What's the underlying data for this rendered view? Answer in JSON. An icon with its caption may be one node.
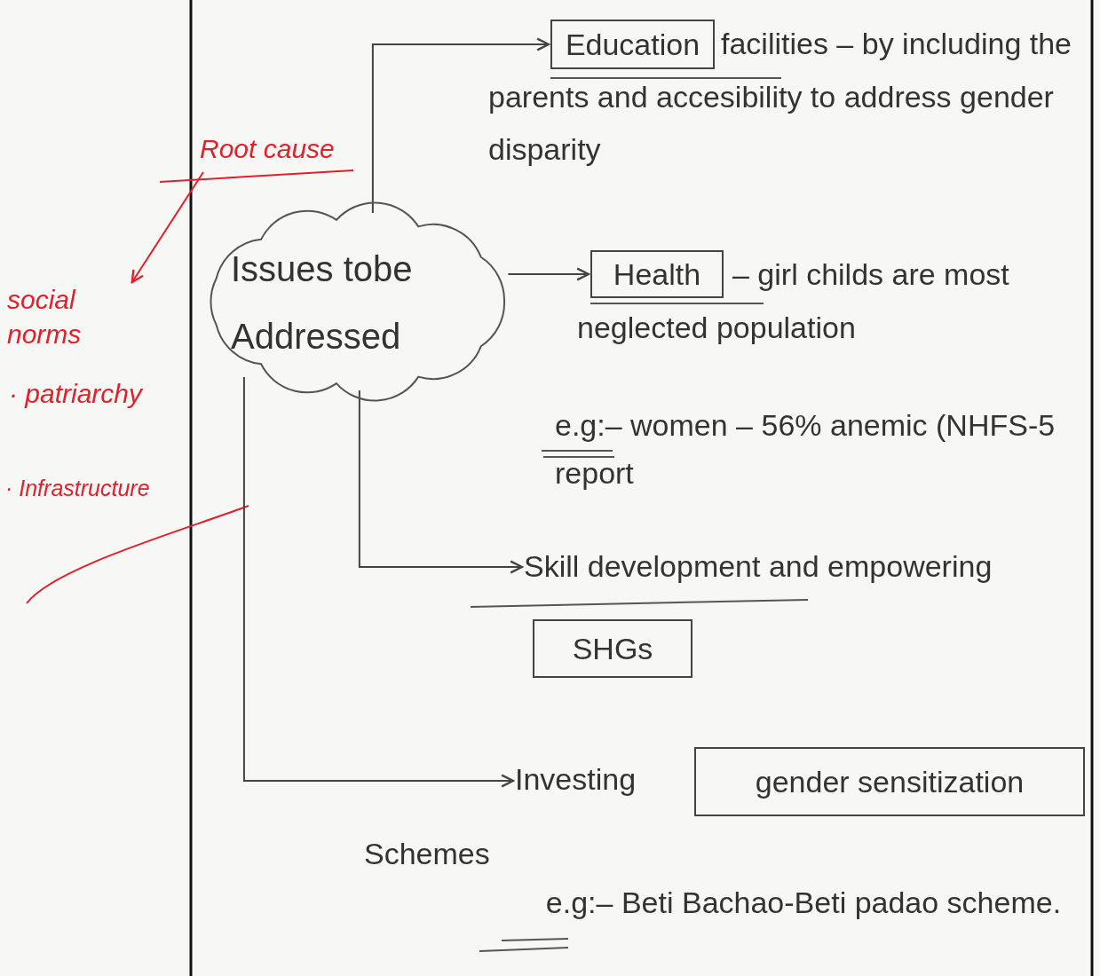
{
  "diagram": {
    "nodes": [
      {
        "text": [
          "Issues tobe Addressed"
        ]
      },
      {
        "text": [
          "Education"
        ],
        "beside": [
          "facilities – by including the parents and accesibility to address gender disparity"
        ]
      },
      {
        "text": [
          "Health"
        ],
        "beside": [
          "– girl childs are most neglected population"
        ]
      },
      {
        "text": [
          "Skill development and empowering"
        ]
      },
      {
        "text": [
          "SHGs"
        ]
      },
      {
        "text": [
          "Investing"
        ]
      },
      {
        "text": [
          "gender sensitization"
        ]
      },
      {
        "text": [
          "Root cause"
        ]
      },
      {
        "text": [
          "social norms"
        ]
      }
    ],
    "edges": [
      {
        "from": 0,
        "to": 1,
        "arrow": "to"
      },
      {
        "from": 0,
        "to": 2,
        "arrow": "to"
      },
      {
        "from": 0,
        "to": 3,
        "arrow": "to"
      },
      {
        "from": 0,
        "to": 5,
        "arrow": "to"
      },
      {
        "from": 7,
        "to": 8,
        "arrow": "to",
        "color": "#e0202a"
      }
    ],
    "labels": [
      "· patriarchy",
      "· Infrastructure",
      "e.g:– women – 56% anemic (NHFS-5 report",
      "Schemes",
      "e.g:– Beti Bachao-Beti padao scheme."
    ]
  }
}
